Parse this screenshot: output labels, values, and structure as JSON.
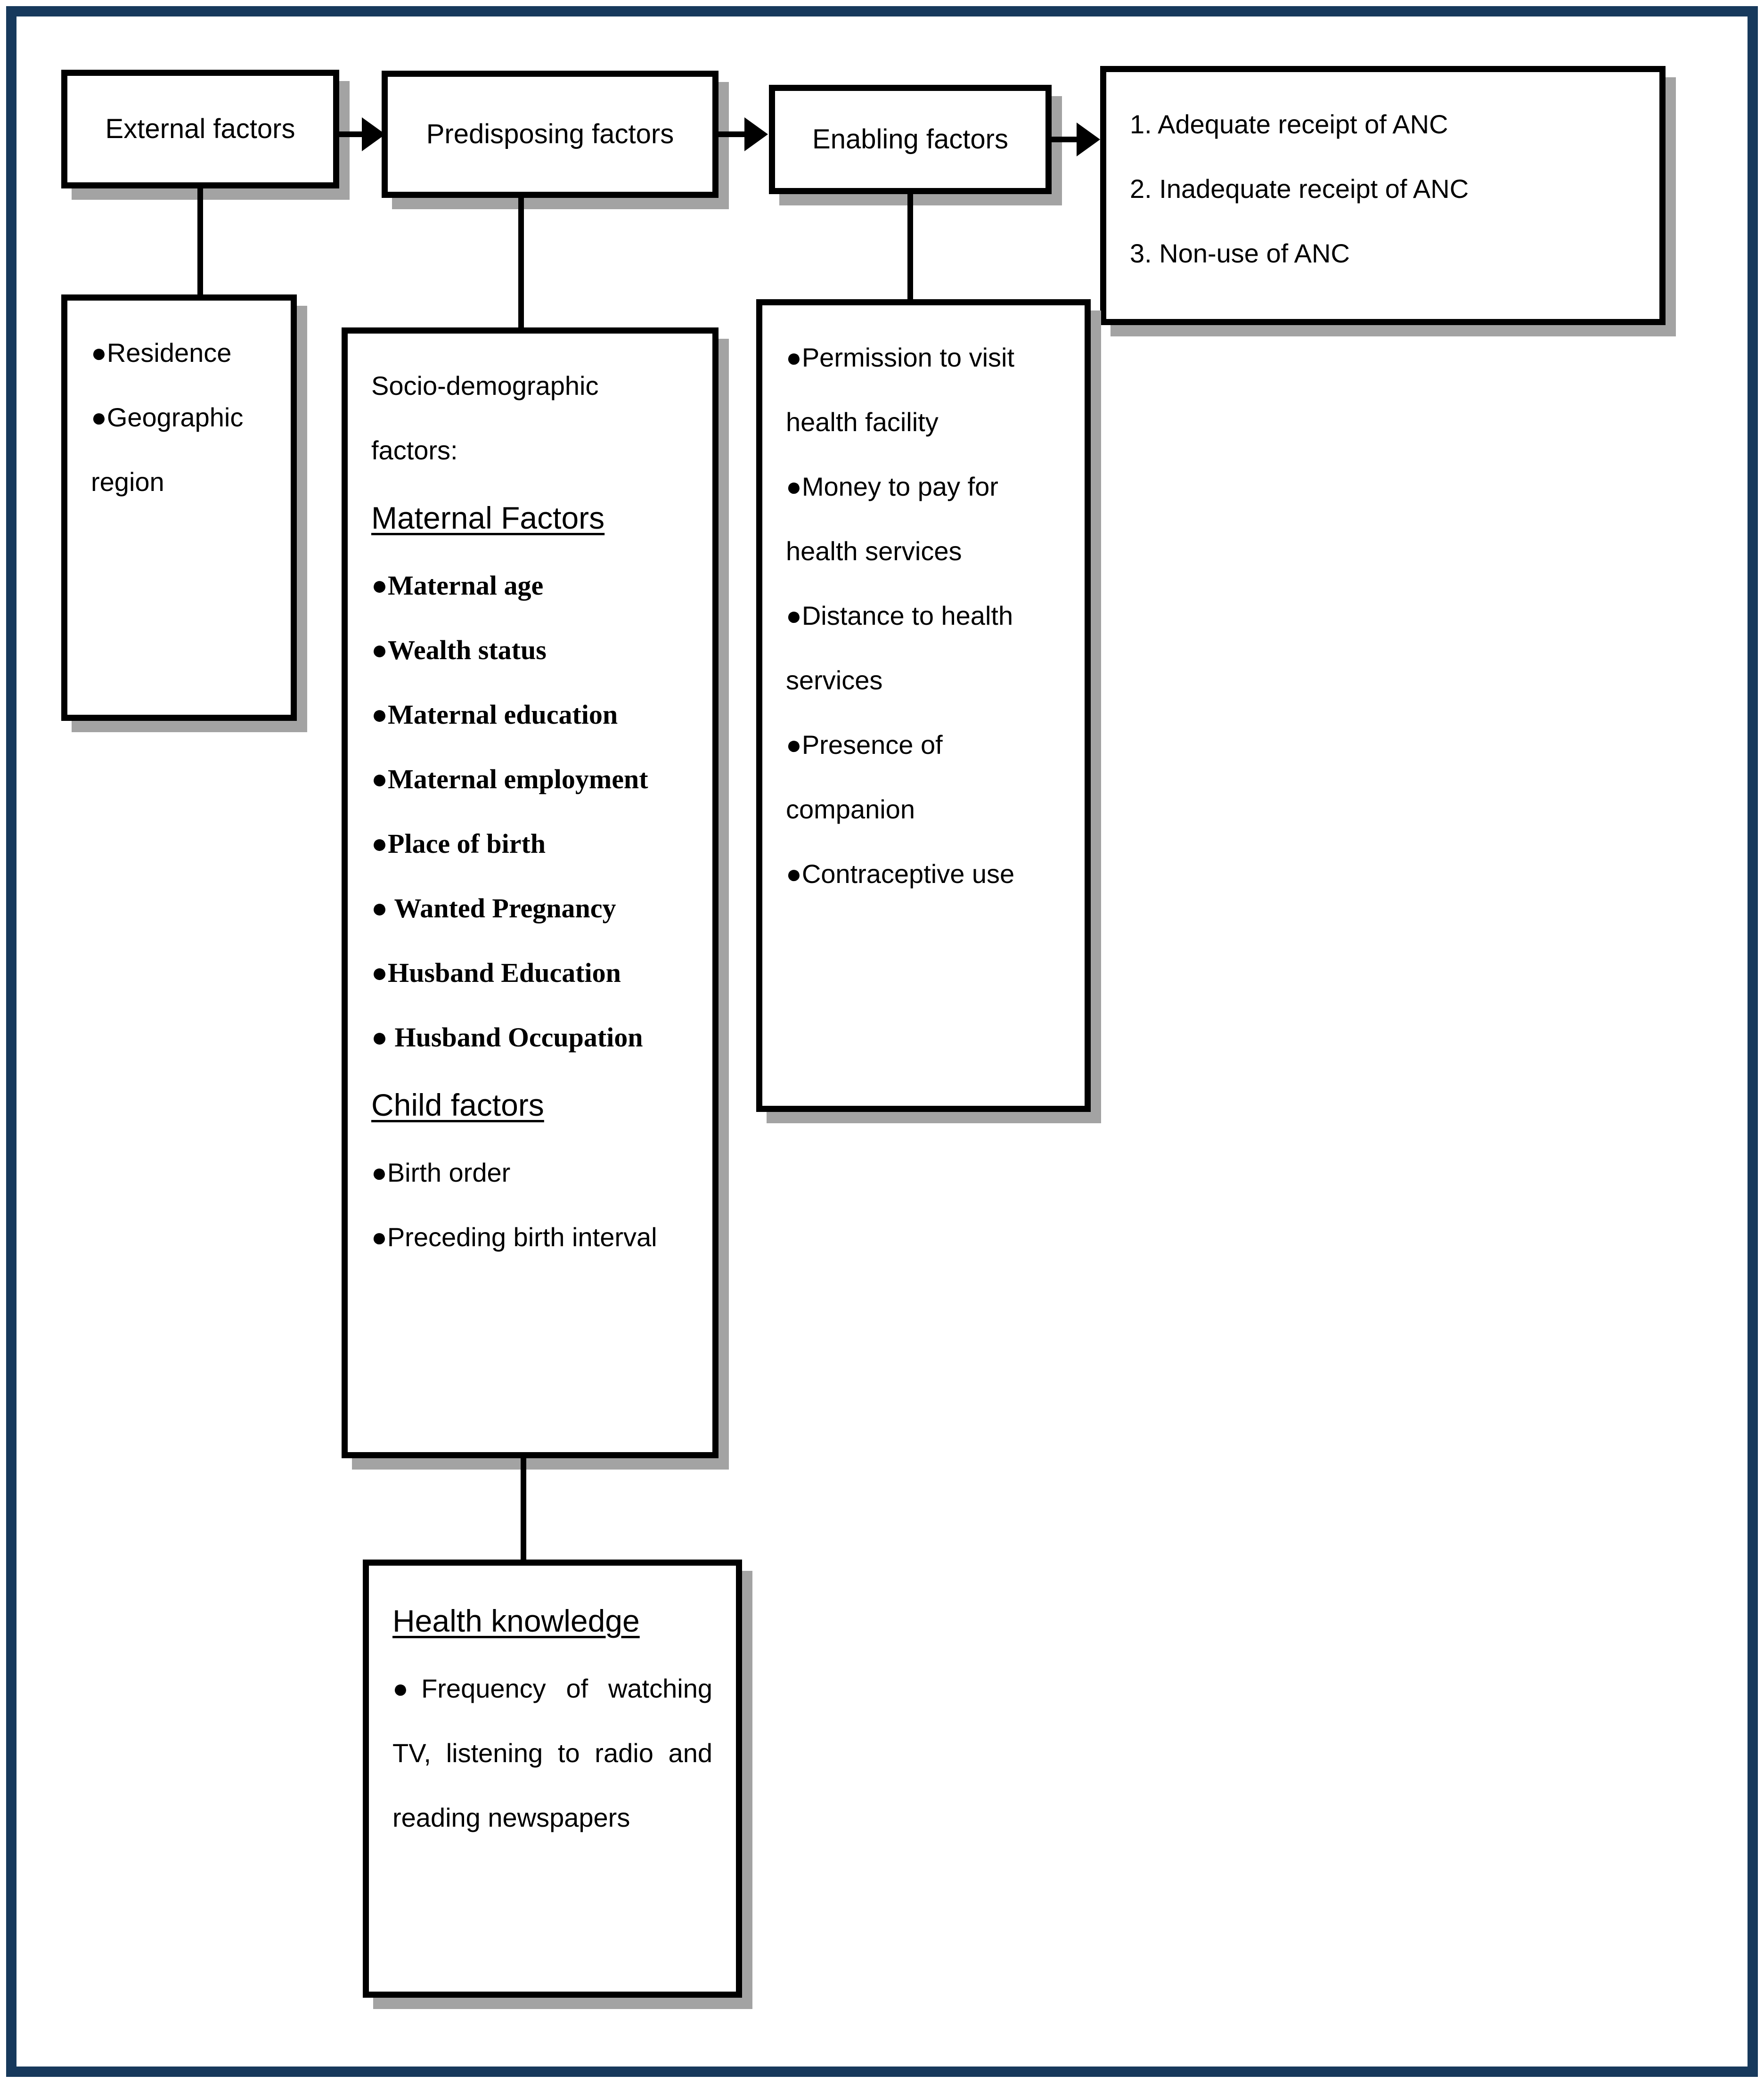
{
  "palette": {
    "frame_navy": "#17395c",
    "ink": "#000000",
    "shadow_gray": "#a3a3a3",
    "paper": "#ffffff"
  },
  "nodes": {
    "external": {
      "label": "External factors"
    },
    "predisposing": {
      "label": "Predisposing factors"
    },
    "enabling": {
      "label": "Enabling factors"
    },
    "outcome": {
      "items": [
        "1. Adequate receipt of ANC",
        "2. Inadequate receipt of ANC",
        "3. Non-use of ANC"
      ]
    },
    "external_detail": {
      "items": [
        "●Residence",
        "●Geographic region"
      ]
    },
    "sociodemographic": {
      "intro": "Socio-demographic factors:",
      "maternal_heading": "Maternal Factors",
      "maternal_items": [
        "●Maternal age",
        "●Wealth status",
        "●Maternal education",
        "●Maternal employment",
        "●Place of birth",
        "● Wanted Pregnancy",
        "●Husband Education",
        "● Husband Occupation"
      ],
      "child_heading": "Child factors",
      "child_items": [
        "●Birth order",
        "●Preceding birth interval"
      ]
    },
    "enabling_detail": {
      "items": [
        "●Permission to visit health facility",
        "●Money to pay for health services",
        "●Distance to health services",
        "●Presence of companion",
        "●Contraceptive use"
      ]
    },
    "health_knowledge": {
      "heading": "Health knowledge",
      "item": "●Frequency of watching TV, listening to radio and reading newspapers"
    }
  }
}
